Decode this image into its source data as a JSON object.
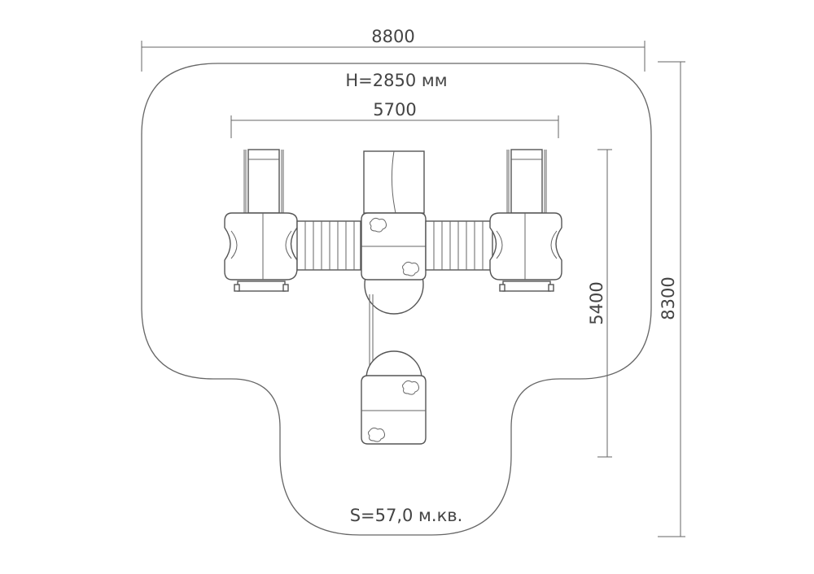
{
  "dimensions": {
    "overall_width": "8800",
    "height": "H=2850 мм",
    "inner_width": "5700",
    "inner_depth": "5400",
    "overall_depth": "8300"
  },
  "area": "S=57,0 м.кв.",
  "colors": {
    "line": "#666666",
    "text": "#444444",
    "background": "#ffffff"
  }
}
